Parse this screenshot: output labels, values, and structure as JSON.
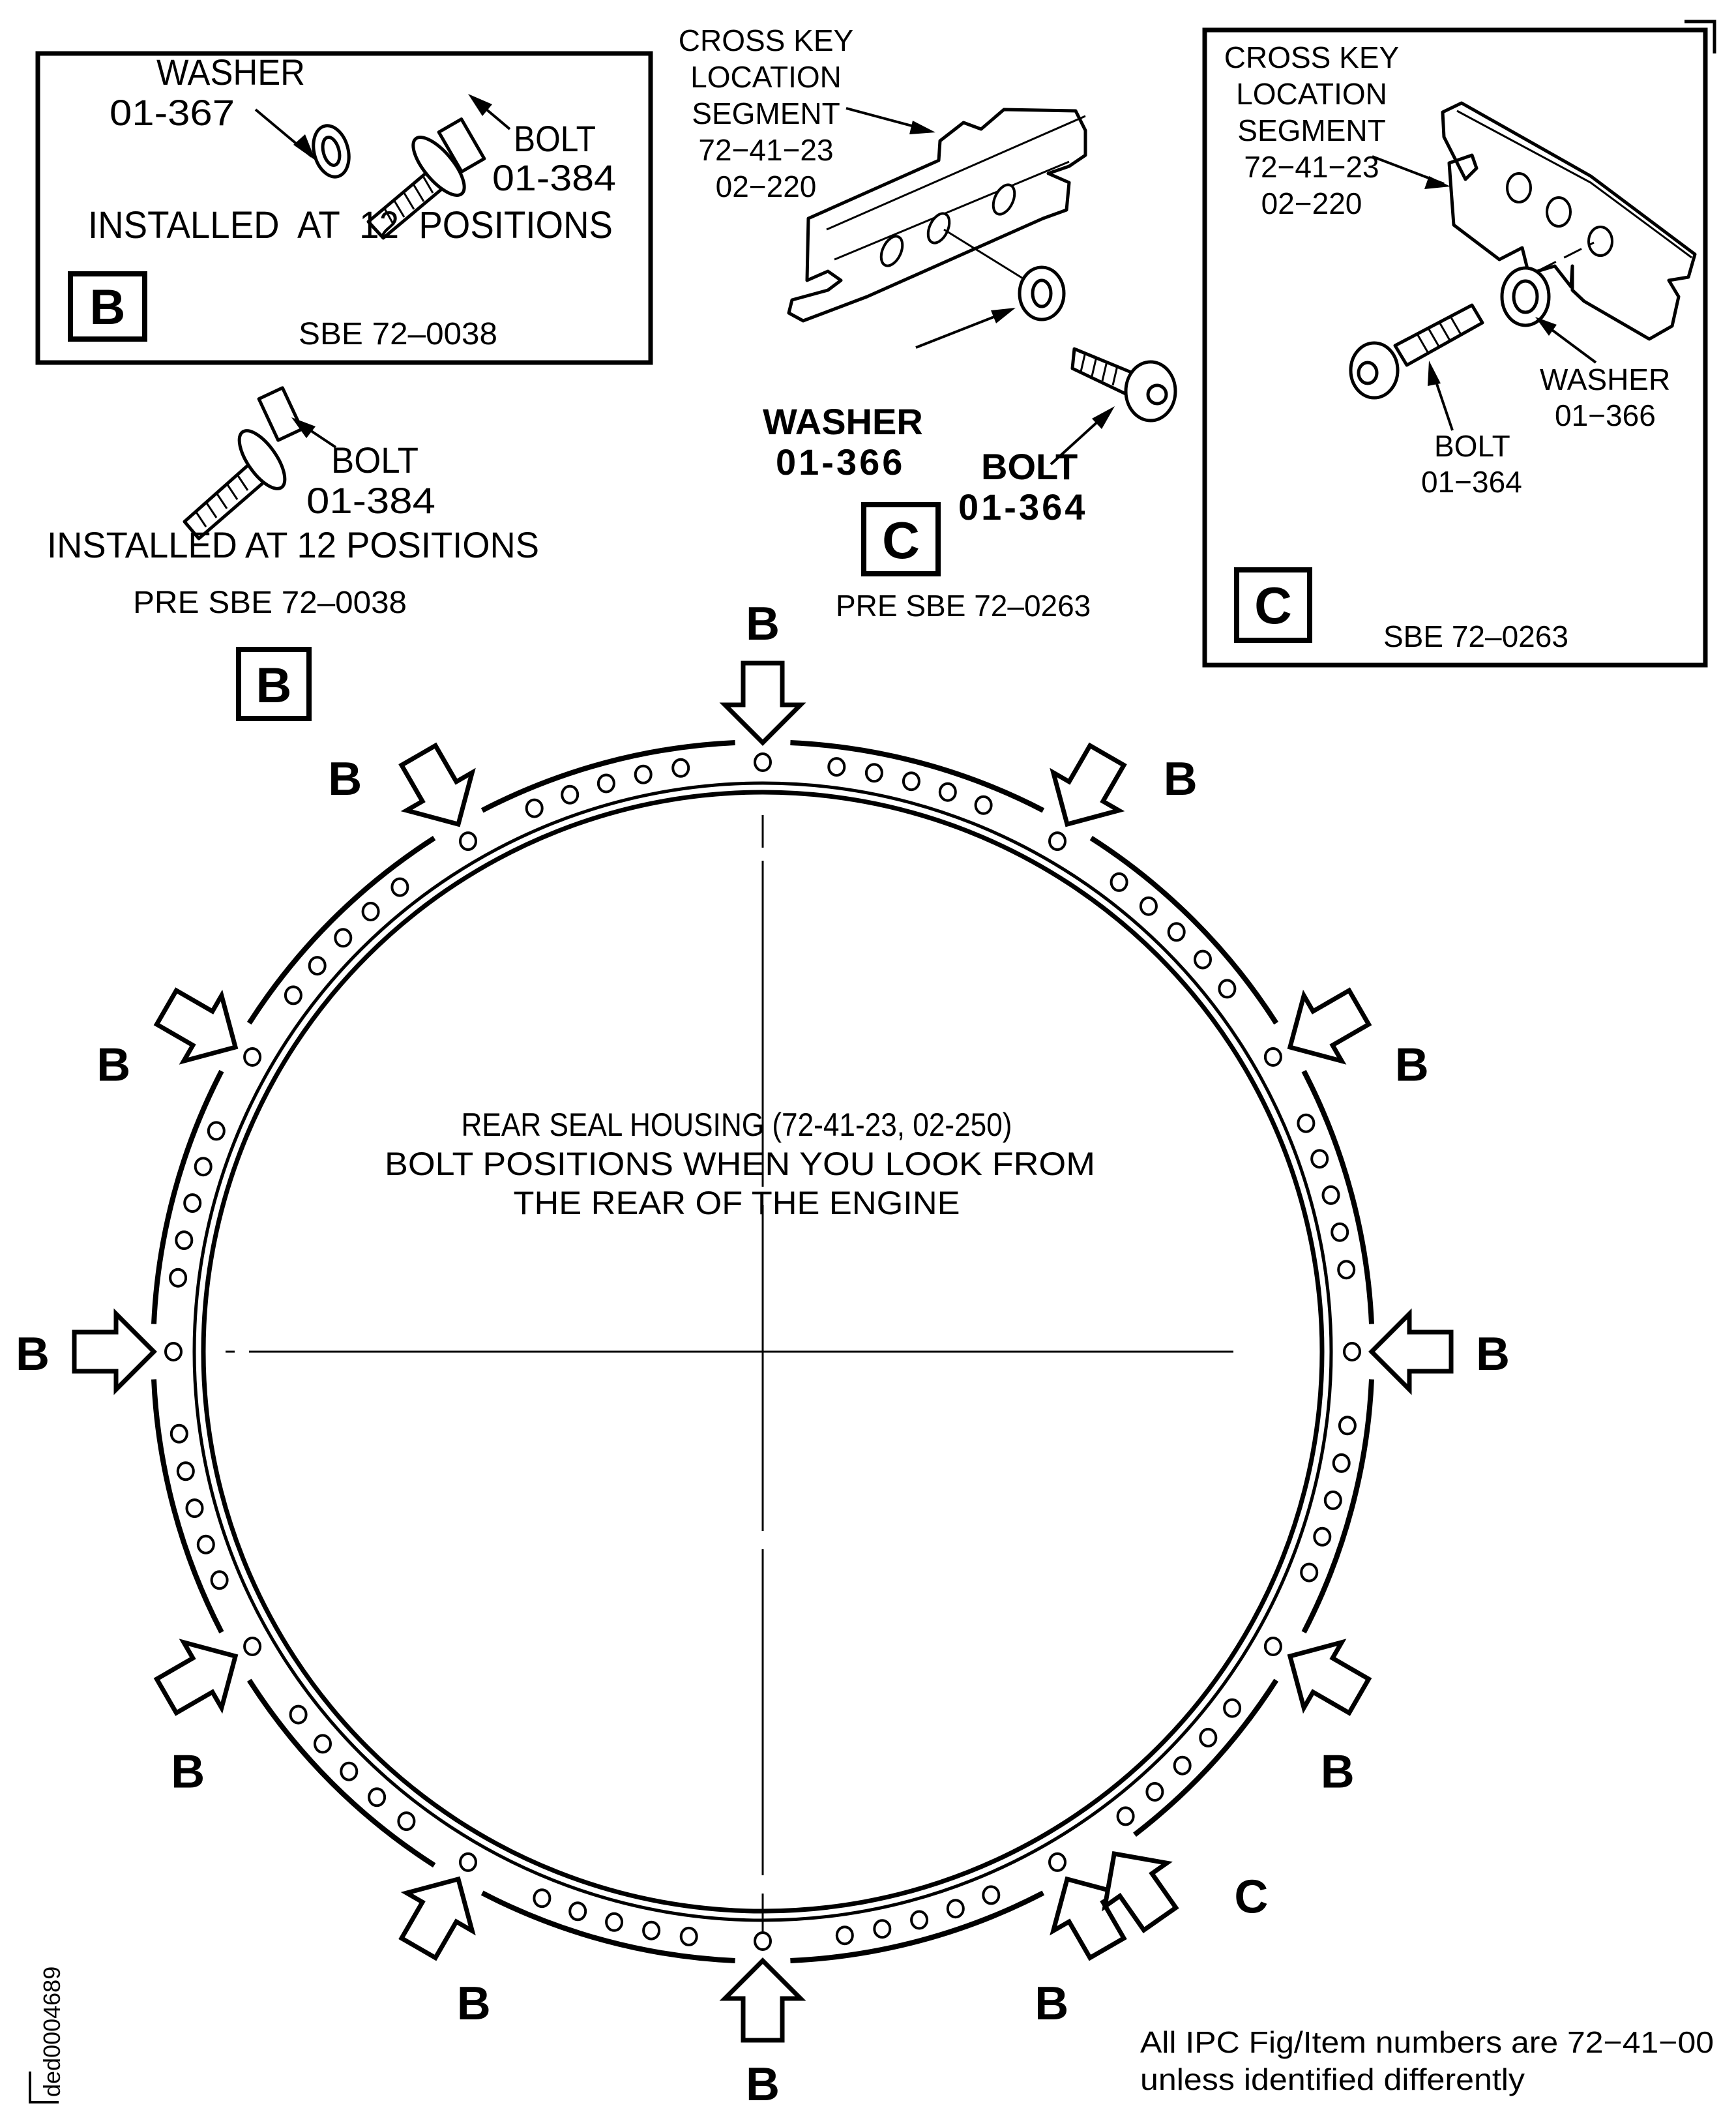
{
  "figure_id": "ded0004689",
  "footnote": {
    "line1": "All IPC Fig/Item numbers are 72−41−00",
    "line2": "unless identified differently"
  },
  "detail_b_post": {
    "washer_label": "WASHER",
    "washer_item": "01-367",
    "bolt_label": "BOLT",
    "bolt_item": "01-384",
    "installed_note": "INSTALLED  AT  12  POSITIONS",
    "view_letter": "B",
    "sbe_ref": "SBE 72–0038"
  },
  "detail_b_pre": {
    "bolt_label": "BOLT",
    "bolt_item": "01-384",
    "installed_note": "INSTALLED AT 12 POSITIONS",
    "sbe_ref": "PRE SBE 72–0038",
    "view_letter": "B"
  },
  "detail_c_pre": {
    "segment_lines": [
      "CROSS KEY",
      "LOCATION",
      "SEGMENT",
      "72−41−23",
      "02−220"
    ],
    "washer_label": "WASHER",
    "washer_item": "01-366",
    "bolt_label": "BOLT",
    "bolt_item": "01-364",
    "view_letter": "C",
    "sbe_ref": "PRE SBE 72–0263"
  },
  "detail_c_post": {
    "segment_lines": [
      "CROSS KEY",
      "LOCATION",
      "SEGMENT",
      "72−41−23",
      "02−220"
    ],
    "washer_label": "WASHER",
    "washer_item": "01−366",
    "bolt_label": "BOLT",
    "bolt_item": "01−364",
    "view_letter": "C",
    "sbe_ref": "SBE 72–0263"
  },
  "ring": {
    "title_lines": [
      "REAR SEAL HOUSING (72-41-23, 02-250)",
      "BOLT POSITIONS WHEN YOU LOOK FROM",
      "THE REAR OF THE ENGINE"
    ],
    "b_positions_count": 12,
    "b_arrow_label": "B",
    "c_arrow_label": "C",
    "b_angles_deg": [
      0,
      30,
      60,
      90,
      120,
      150,
      180,
      210,
      240,
      270,
      300,
      330
    ],
    "c_angle_deg": 145
  }
}
